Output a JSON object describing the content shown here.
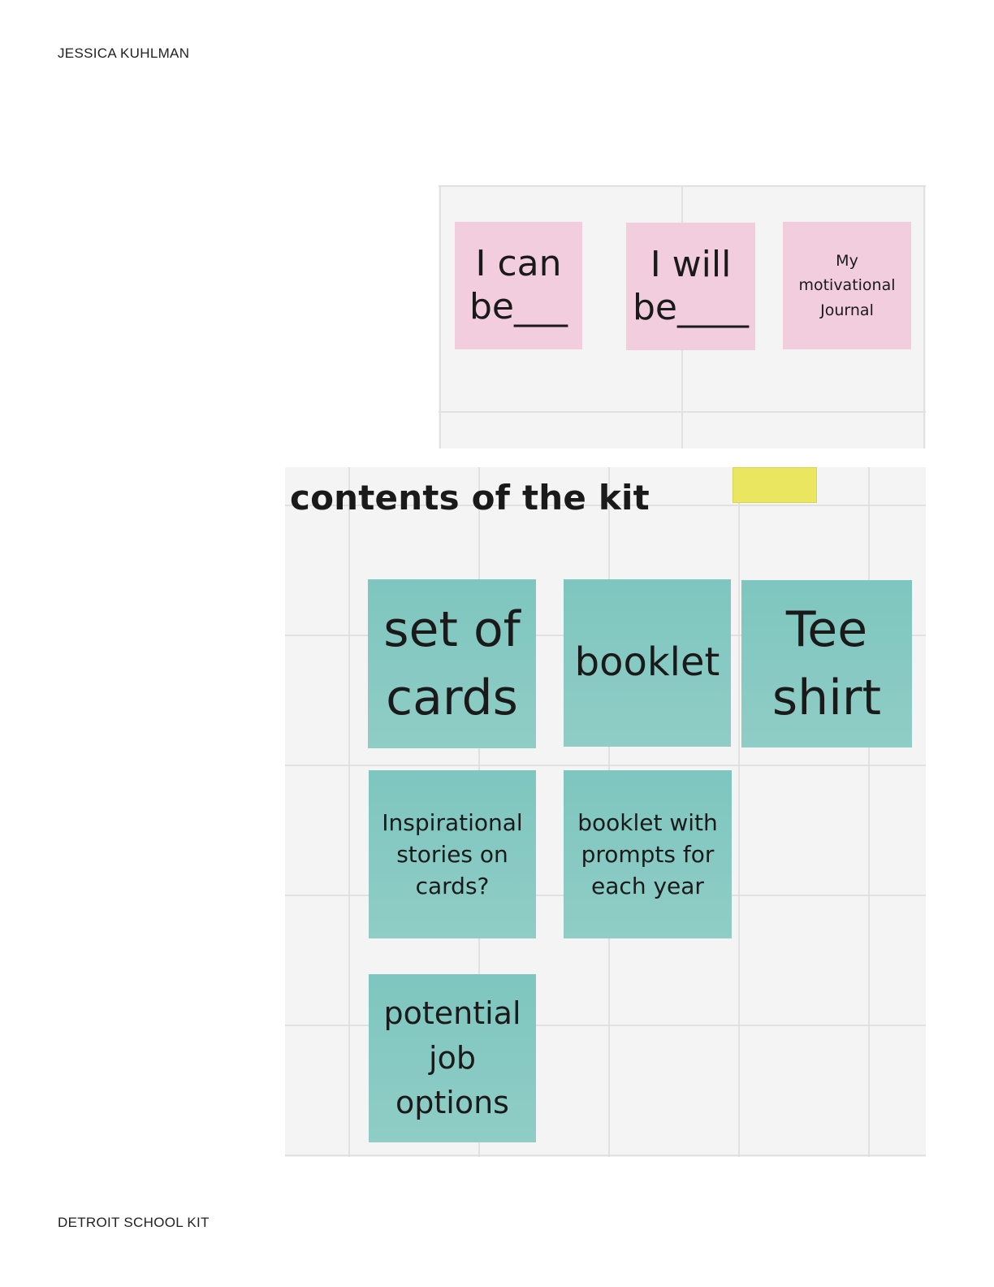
{
  "header": {
    "author": "JESSICA KUHLMAN"
  },
  "footer": {
    "project": "DETROIT SCHOOL KIT"
  },
  "top_board": {
    "notes": [
      {
        "text": "I can be___"
      },
      {
        "text": "I will be____"
      },
      {
        "text": "My motivational Journal"
      }
    ]
  },
  "kit_board": {
    "title": "contents of the kit",
    "notes": [
      {
        "text": "set of cards"
      },
      {
        "text": "booklet"
      },
      {
        "text": "Tee shirt"
      },
      {
        "text": "Inspirational stories on cards?"
      },
      {
        "text": "booklet with prompts for each year"
      },
      {
        "text": "potential job options"
      }
    ]
  },
  "colors": {
    "pink_note": "#f2cddd",
    "teal_note": "#7ec6bf",
    "yellow_note": "#eae660",
    "board_background": "#f3f4f3"
  }
}
